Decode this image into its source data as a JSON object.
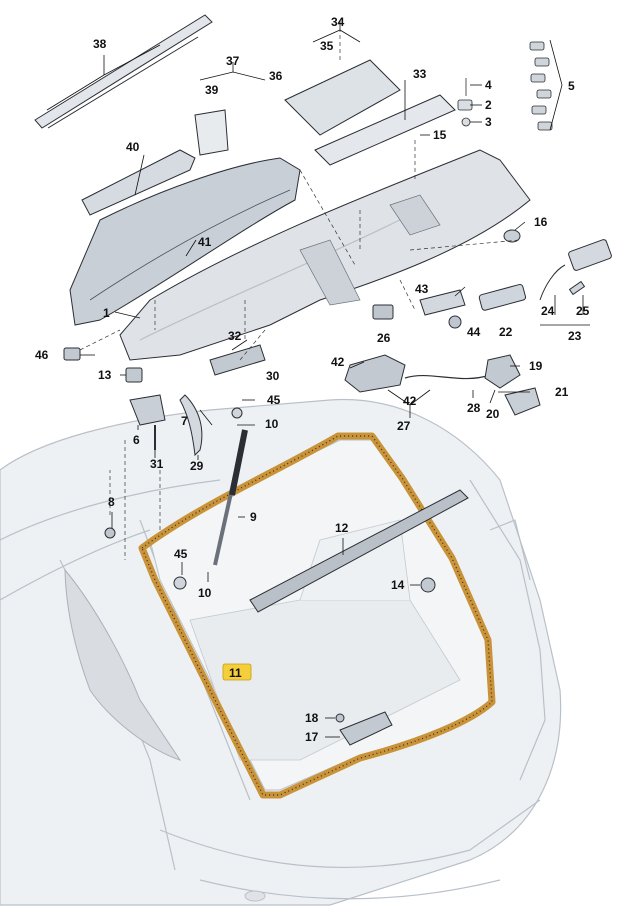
{
  "diagram": {
    "highlight_color": "#f4cf3b",
    "seal_color": "#c9933a",
    "callouts": [
      {
        "id": "c38",
        "text": "38"
      },
      {
        "id": "c34",
        "text": "34"
      },
      {
        "id": "c35",
        "text": "35"
      },
      {
        "id": "c36",
        "text": "36"
      },
      {
        "id": "c37",
        "text": "37"
      },
      {
        "id": "c33",
        "text": "33"
      },
      {
        "id": "c4",
        "text": "4"
      },
      {
        "id": "c2",
        "text": "2"
      },
      {
        "id": "c3",
        "text": "3"
      },
      {
        "id": "c5",
        "text": "5"
      },
      {
        "id": "c39",
        "text": "39"
      },
      {
        "id": "c15",
        "text": "15"
      },
      {
        "id": "c40",
        "text": "40"
      },
      {
        "id": "c16",
        "text": "16"
      },
      {
        "id": "c41",
        "text": "41"
      },
      {
        "id": "c43",
        "text": "43"
      },
      {
        "id": "c1",
        "text": "1"
      },
      {
        "id": "c24",
        "text": "24"
      },
      {
        "id": "c25",
        "text": "25"
      },
      {
        "id": "c26",
        "text": "26"
      },
      {
        "id": "c44",
        "text": "44"
      },
      {
        "id": "c22",
        "text": "22"
      },
      {
        "id": "c23",
        "text": "23"
      },
      {
        "id": "c46",
        "text": "46"
      },
      {
        "id": "c32",
        "text": "32"
      },
      {
        "id": "c42a",
        "text": "42"
      },
      {
        "id": "c19",
        "text": "19"
      },
      {
        "id": "c13",
        "text": "13"
      },
      {
        "id": "c30",
        "text": "30"
      },
      {
        "id": "c21",
        "text": "21"
      },
      {
        "id": "c42b",
        "text": "42"
      },
      {
        "id": "c28",
        "text": "28"
      },
      {
        "id": "c7",
        "text": "7"
      },
      {
        "id": "c45a",
        "text": "45"
      },
      {
        "id": "c20",
        "text": "20"
      },
      {
        "id": "c27",
        "text": "27"
      },
      {
        "id": "c10a",
        "text": "10"
      },
      {
        "id": "c6",
        "text": "6"
      },
      {
        "id": "c31",
        "text": "31"
      },
      {
        "id": "c29",
        "text": "29"
      },
      {
        "id": "c8",
        "text": "8"
      },
      {
        "id": "c9",
        "text": "9"
      },
      {
        "id": "c12",
        "text": "12"
      },
      {
        "id": "c45b",
        "text": "45"
      },
      {
        "id": "c10b",
        "text": "10"
      },
      {
        "id": "c14",
        "text": "14"
      },
      {
        "id": "c11",
        "text": "11"
      },
      {
        "id": "c18",
        "text": "18"
      },
      {
        "id": "c17",
        "text": "17"
      }
    ]
  }
}
